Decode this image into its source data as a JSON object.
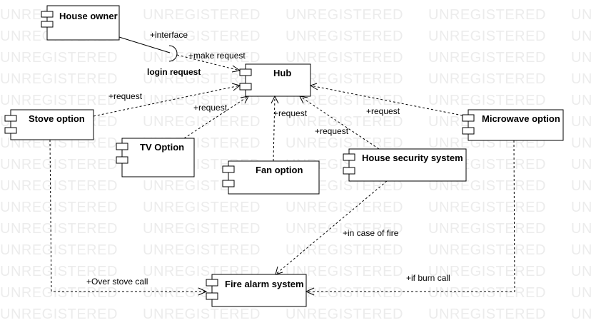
{
  "watermark": "UNREGISTERED",
  "components": {
    "house_owner": "House owner",
    "hub": "Hub",
    "stove": "Stove option",
    "tv": "TV Option",
    "fan": "Fan option",
    "security": "House security system",
    "microwave": "Microwave option",
    "fire_alarm": "Fire alarm system"
  },
  "labels": {
    "interface": "+interface",
    "make_request": "+make request",
    "login_request": "login request",
    "stove_request": "+request",
    "tv_request": "+request",
    "fan_request": "+request",
    "security_request": "+request",
    "microwave_request": "+request",
    "in_case_of_fire": "+in case of fire",
    "over_stove_call": "+Over stove call",
    "if_burn_call": "+if burn call"
  }
}
